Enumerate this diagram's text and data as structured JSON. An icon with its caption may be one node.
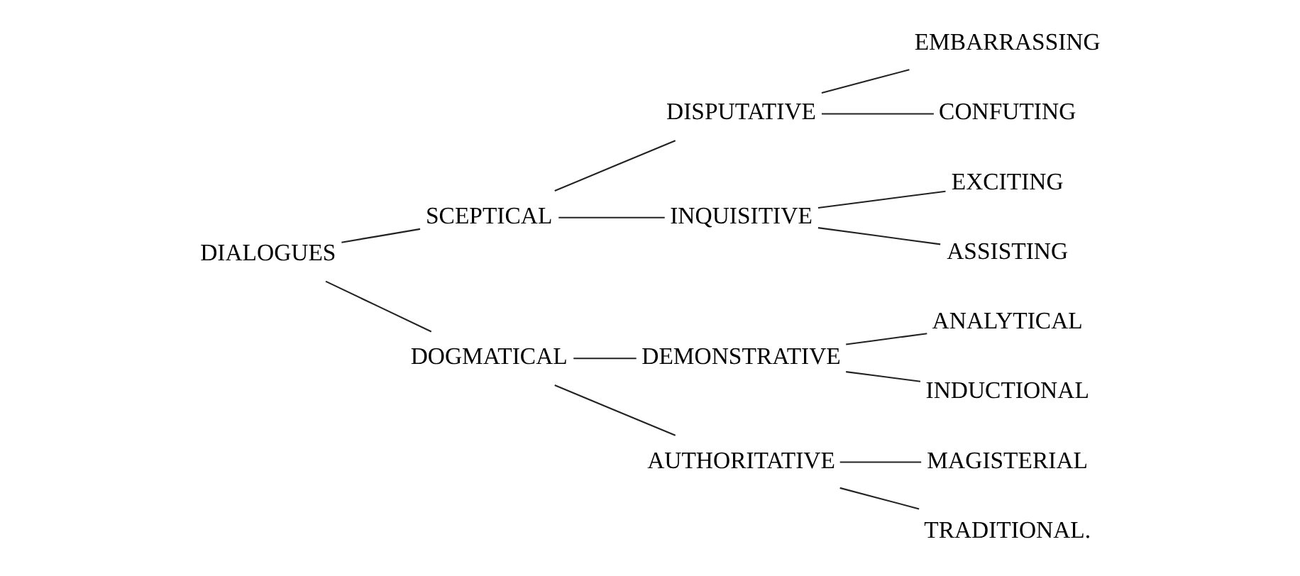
{
  "diagram": {
    "nodes": [
      {
        "text": [
          "DIALOGUES"
        ]
      },
      {
        "text": [
          "SCEPTICAL"
        ]
      },
      {
        "text": [
          "DISPUTATIVE"
        ]
      },
      {
        "text": [
          "EMBARRASSING"
        ]
      },
      {
        "text": [
          "CONFUTING"
        ]
      },
      {
        "text": [
          "INQUISITIVE"
        ]
      },
      {
        "text": [
          "EXCITING"
        ]
      },
      {
        "text": [
          "ASSISTING"
        ]
      },
      {
        "text": [
          "DOGMATICAL"
        ]
      },
      {
        "text": [
          "DEMONSTRATIVE"
        ]
      },
      {
        "text": [
          "ANALYTICAL"
        ]
      },
      {
        "text": [
          "INDUCTIONAL"
        ]
      },
      {
        "text": [
          "AUTHORITATIVE"
        ]
      },
      {
        "text": [
          "MAGISTERIAL"
        ]
      },
      {
        "text": [
          "TRADITIONAL."
        ]
      }
    ],
    "edges": [
      {
        "from": 0,
        "to": 1,
        "arrow": "none"
      },
      {
        "from": 0,
        "to": 8,
        "arrow": "none"
      },
      {
        "from": 1,
        "to": 2,
        "arrow": "none"
      },
      {
        "from": 1,
        "to": 5,
        "arrow": "none"
      },
      {
        "from": 2,
        "to": 3,
        "arrow": "none"
      },
      {
        "from": 2,
        "to": 4,
        "arrow": "none"
      },
      {
        "from": 5,
        "to": 6,
        "arrow": "none"
      },
      {
        "from": 5,
        "to": 7,
        "arrow": "none"
      },
      {
        "from": 8,
        "to": 9,
        "arrow": "none"
      },
      {
        "from": 8,
        "to": 12,
        "arrow": "none"
      },
      {
        "from": 9,
        "to": 10,
        "arrow": "none"
      },
      {
        "from": 9,
        "to": 11,
        "arrow": "none"
      },
      {
        "from": 12,
        "to": 13,
        "arrow": "none"
      },
      {
        "from": 12,
        "to": 14,
        "arrow": "none"
      }
    ]
  }
}
